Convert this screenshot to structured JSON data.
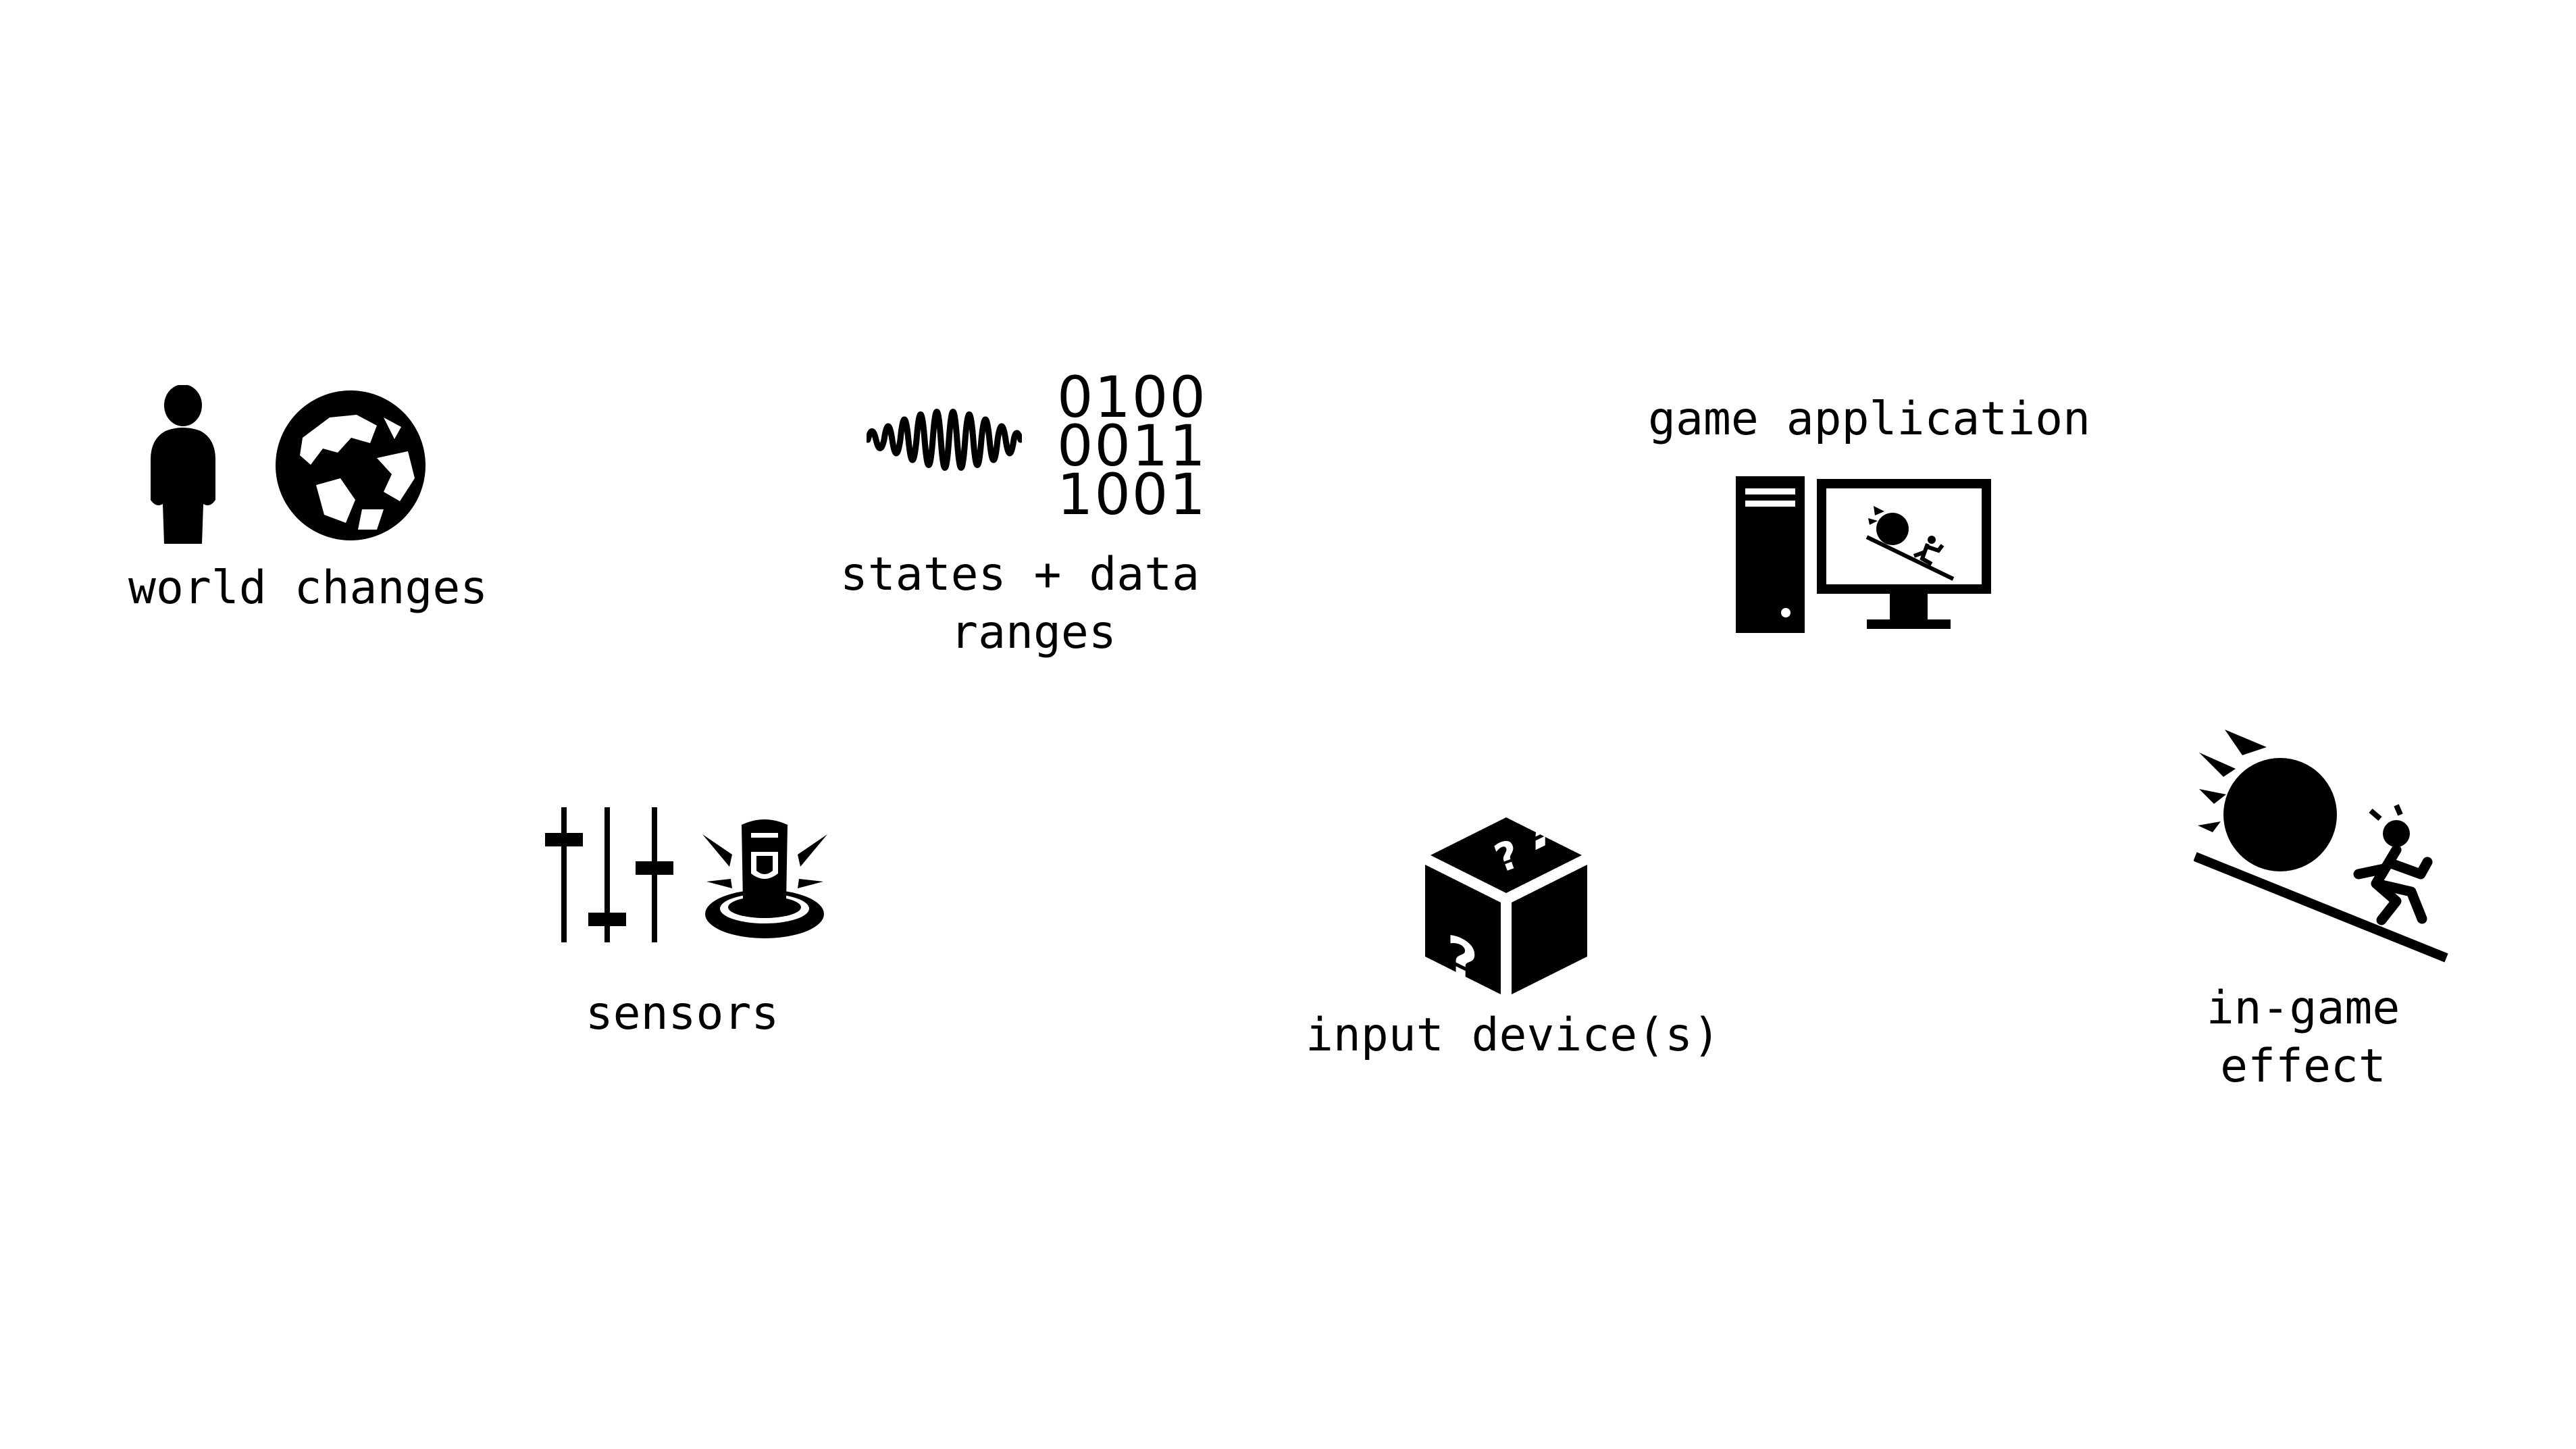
{
  "nodes": {
    "world_changes": {
      "label": "world changes",
      "icons": [
        "person-icon",
        "globe-icon"
      ]
    },
    "states_data": {
      "label_line1": "states + data",
      "label_line2": "ranges",
      "binary": [
        "0100",
        "0011",
        "1001"
      ],
      "icons": [
        "waveform-icon",
        "binary-data-icon"
      ]
    },
    "game_application": {
      "label": "game application",
      "icons": [
        "desktop-computer-icon"
      ]
    },
    "sensors": {
      "label": "sensors",
      "icons": [
        "sliders-icon",
        "motion-sensor-icon"
      ]
    },
    "input_devices": {
      "label": "input device(s)",
      "icons": [
        "mystery-dice-icon"
      ]
    },
    "in_game_effect": {
      "label_line1": "in-game",
      "label_line2": "effect",
      "icons": [
        "rolling-boulder-icon"
      ]
    }
  }
}
